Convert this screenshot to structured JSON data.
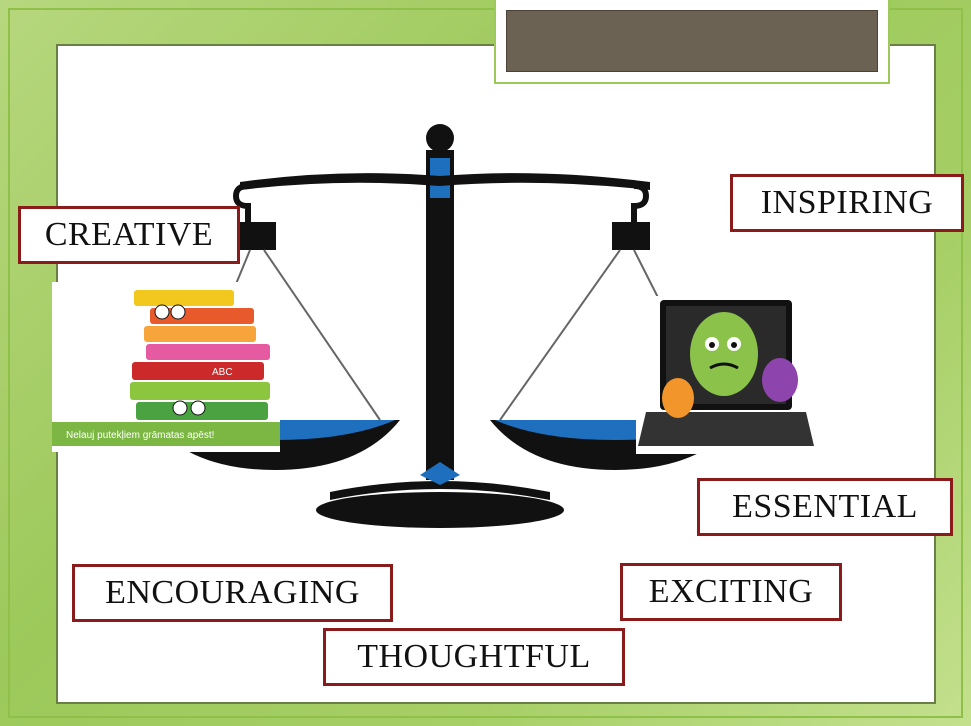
{
  "words": {
    "creative": "CREATIVE",
    "inspiring": "INSPIRING",
    "essential": "ESSENTIAL",
    "encouraging": "ENCOURAGING",
    "exciting": "EXCITING",
    "thoughtful": "THOUGHTFUL"
  },
  "books_banner_text": "Nelauj putekļiem grāmatas apēst!",
  "books_label": "ABC",
  "colors": {
    "word_border": "#8b1a1a",
    "scale_body": "#111111",
    "scale_accent": "#1f6fbf",
    "title_bar": "#6b6253",
    "background": "#a6cf66"
  }
}
